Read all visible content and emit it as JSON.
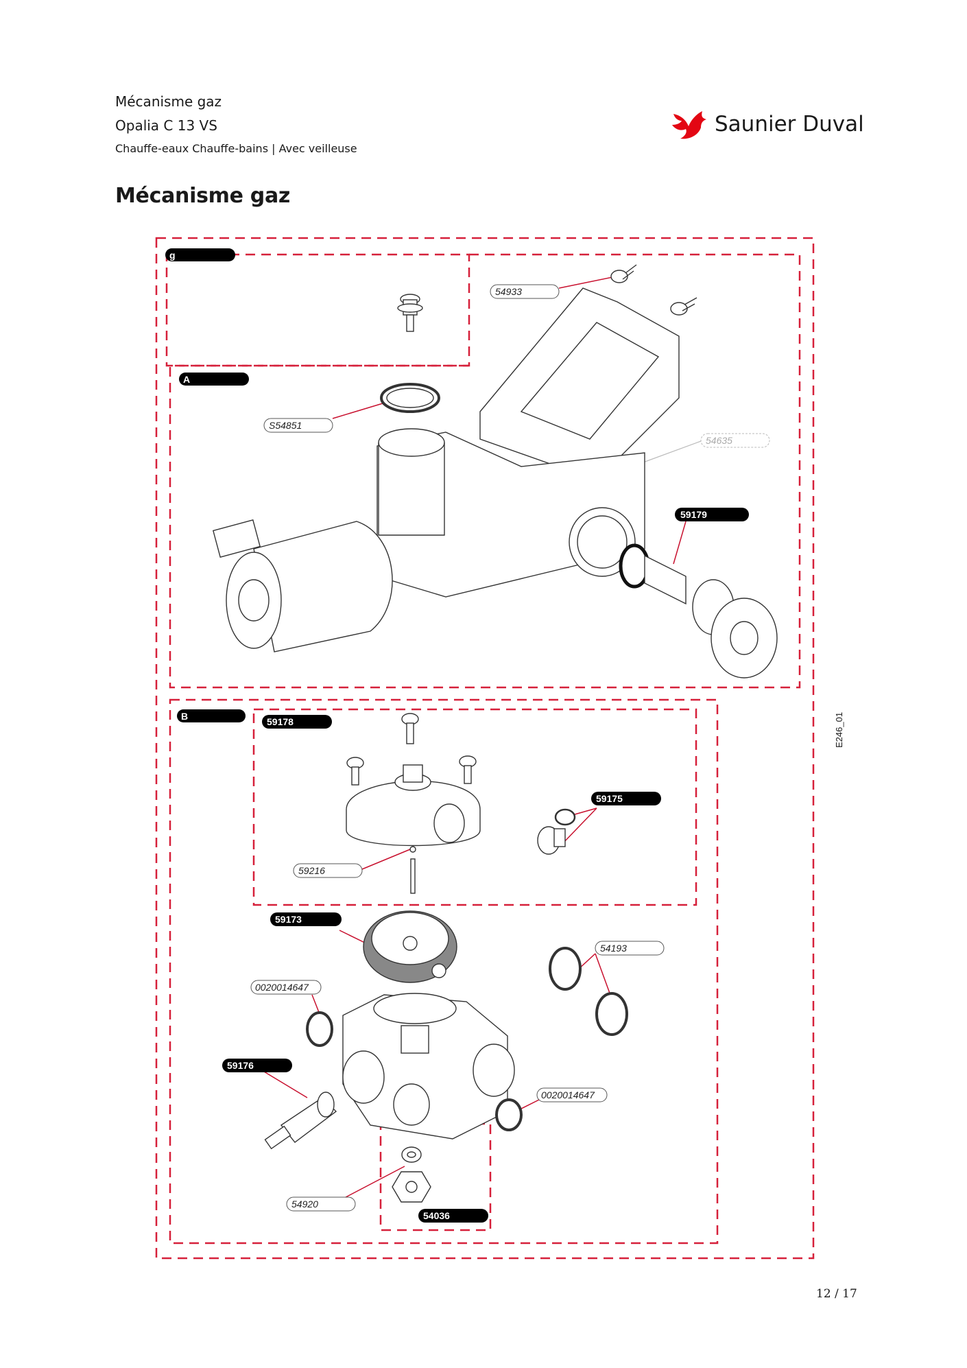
{
  "header": {
    "section": "Mécanisme gaz",
    "model": "Opalia C 13 VS",
    "category": "Chauffe-eaux Chauffe-bains | Avec veilleuse"
  },
  "brand": {
    "name": "Saunier Duval",
    "color": "#e30613"
  },
  "page_title": "Mécanisme gaz",
  "drawing_code": "E246_01",
  "groups": {
    "g": "g",
    "A": "A",
    "B": "B"
  },
  "parts": {
    "p54933": "54933",
    "pS54851": "S54851",
    "p54635": "54635",
    "p59179": "59179",
    "p59178": "59178",
    "p59175": "59175",
    "p59216": "59216",
    "p59173": "59173",
    "p54193": "54193",
    "p0020014647a": "0020014647",
    "p59176": "59176",
    "p0020014647b": "0020014647",
    "p54920": "54920",
    "p54036": "54036"
  },
  "page_number": "12 / 17",
  "colors": {
    "dashed_border": "#d6203a",
    "leader": "#c8102e",
    "label_bg": "#000000"
  }
}
